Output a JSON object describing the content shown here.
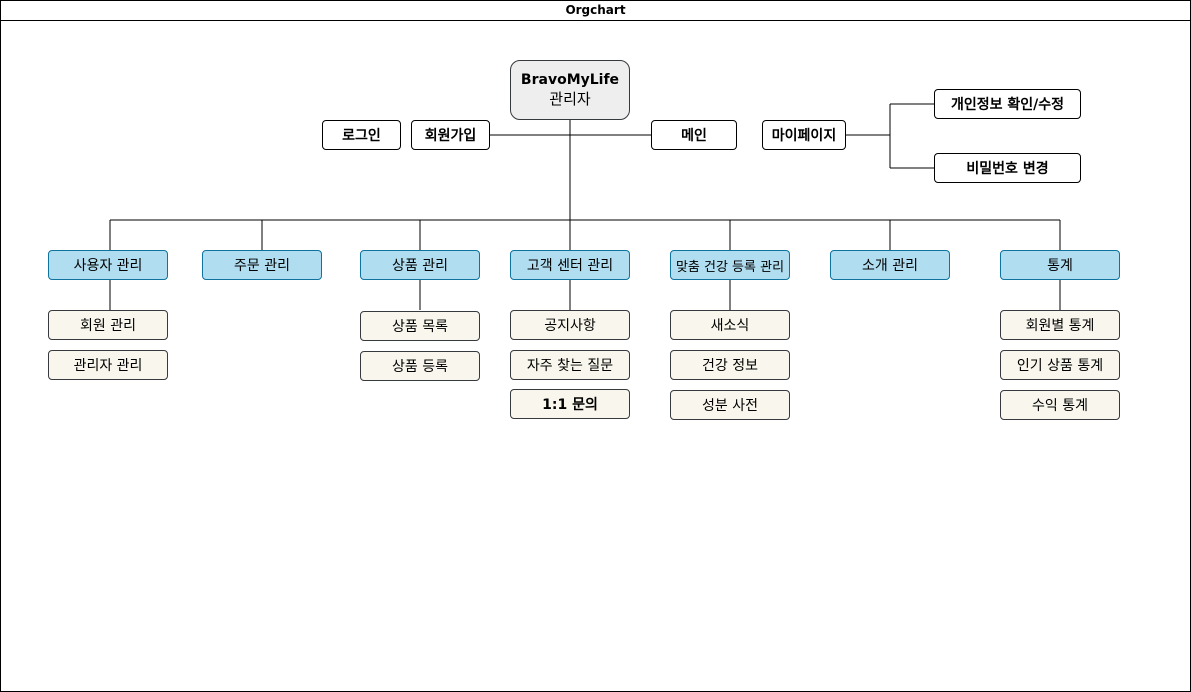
{
  "diagram": {
    "title": "Orgchart",
    "root": {
      "line1": "BravoMyLife",
      "line2": "관리자"
    },
    "top_nodes": {
      "login": "로그인",
      "signup": "회원가입",
      "main": "메인",
      "mypage": "마이페이지",
      "profile_edit": "개인정보 확인/수정",
      "password_change": "비밀번호 변경"
    },
    "categories": [
      {
        "label": "사용자 관리",
        "children": [
          "회원 관리",
          "관리자 관리"
        ]
      },
      {
        "label": "주문 관리",
        "children": []
      },
      {
        "label": "상품 관리",
        "children": [
          "상품 목록",
          "상품 등록"
        ]
      },
      {
        "label": "고객 센터 관리",
        "children": [
          "공지사항",
          "자주 찾는 질문",
          "1:1 문의"
        ]
      },
      {
        "label": "맞춤 건강 등록 관리",
        "children": [
          "새소식",
          "건강 정보",
          "성분 사전"
        ]
      },
      {
        "label": "소개 관리",
        "children": []
      },
      {
        "label": "통계",
        "children": [
          "회원별 통계",
          "인기 상품 통계",
          "수익 통계"
        ]
      }
    ]
  }
}
